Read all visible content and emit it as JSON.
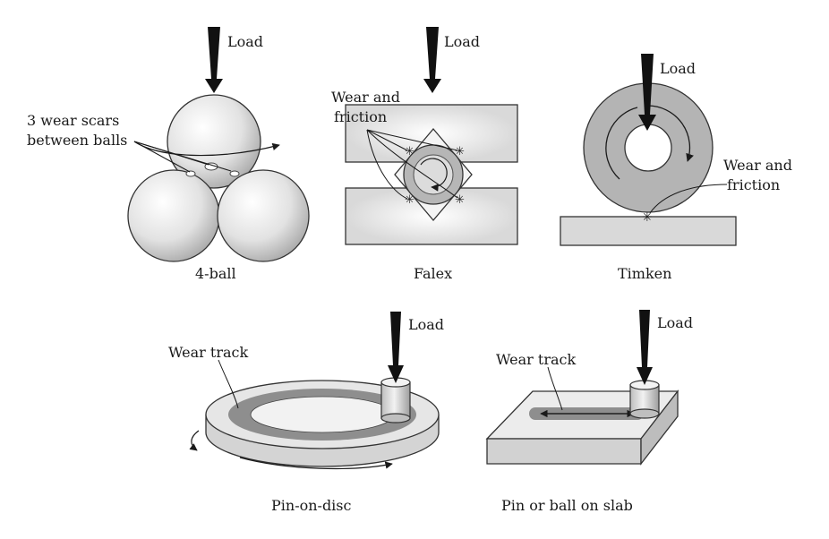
{
  "panels": {
    "four_ball": {
      "caption": "4-ball",
      "load_label": "Load",
      "annotation_line1": "3 wear scars",
      "annotation_line2": "between balls"
    },
    "falex": {
      "caption": "Falex",
      "load_label": "Load",
      "annotation_line1": "Wear and",
      "annotation_line2": "friction"
    },
    "timken": {
      "caption": "Timken",
      "load_label": "Load",
      "annotation_line1": "Wear and",
      "annotation_line2": "friction"
    },
    "pin_on_disc": {
      "caption": "Pin-on-disc",
      "load_label": "Load",
      "annotation": "Wear track"
    },
    "pin_on_slab": {
      "caption": "Pin or ball on slab",
      "load_label": "Load",
      "annotation": "Wear track"
    }
  },
  "colors": {
    "ink": "#1a1a1a",
    "wear_track": "#8e8e8e",
    "light_fill": "#e6e6e6"
  }
}
